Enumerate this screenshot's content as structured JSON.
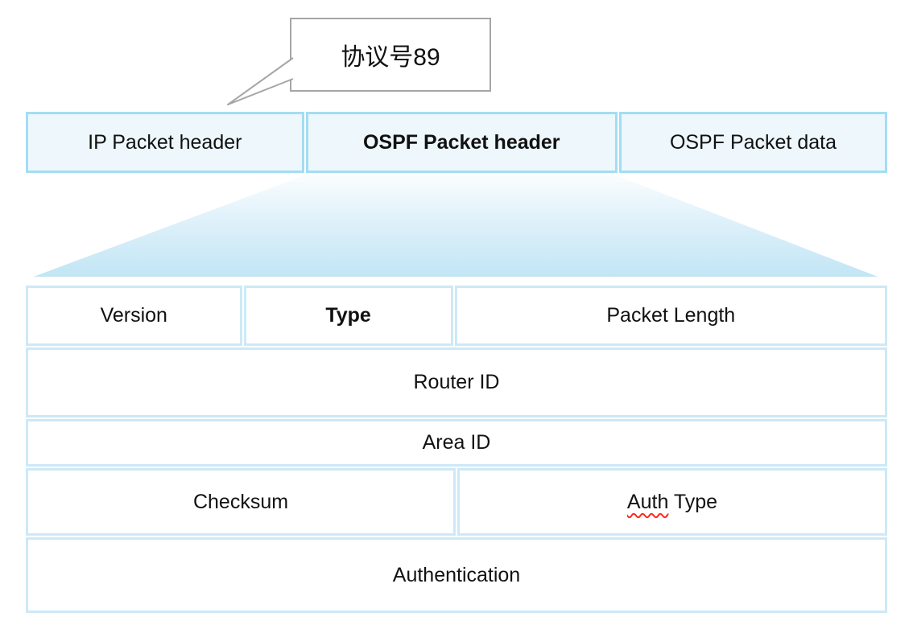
{
  "callout": {
    "text": "协议号89"
  },
  "packet_bar": {
    "cells": [
      {
        "label": "IP Packet header",
        "bold": false
      },
      {
        "label": "OSPF Packet header",
        "bold": true
      },
      {
        "label": "OSPF Packet data",
        "bold": false
      }
    ]
  },
  "ospf_header_table": {
    "rows": [
      {
        "cells": [
          {
            "label": "Version",
            "bold": false
          },
          {
            "label": "Type",
            "bold": true
          },
          {
            "label": "Packet Length",
            "bold": false
          }
        ]
      },
      {
        "cells": [
          {
            "label": "Router ID",
            "bold": false
          }
        ]
      },
      {
        "cells": [
          {
            "label": "Area ID",
            "bold": false
          }
        ]
      },
      {
        "cells": [
          {
            "label": "Checksum",
            "bold": false
          },
          {
            "label": "Auth Type",
            "bold": false,
            "parts": [
              {
                "text": "Auth",
                "spellcheck_underline": true
              },
              {
                "text": " Type",
                "spellcheck_underline": false
              }
            ]
          }
        ]
      },
      {
        "cells": [
          {
            "label": "Authentication",
            "bold": false
          }
        ]
      }
    ]
  },
  "colors": {
    "bar_fill": "#edf7fc",
    "bar_border": "#a3ddf3",
    "table_border": "#cde9f7",
    "funnel_top": "#fafdfe",
    "funnel_bottom": "#c2e5f5",
    "callout_border": "#a6a6a6",
    "spellcheck_wave": "#ff2a1a"
  }
}
